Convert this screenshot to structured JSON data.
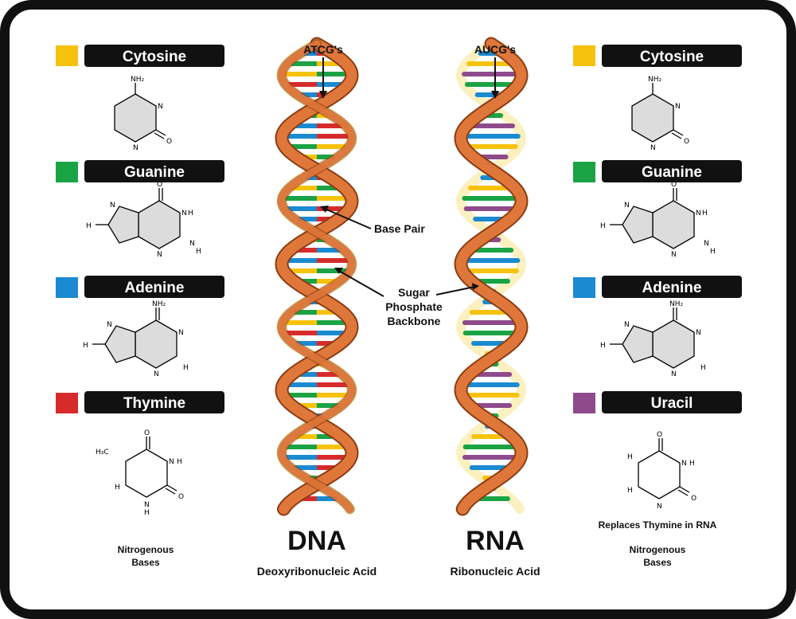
{
  "colors": {
    "cytosine": "#f7c20e",
    "guanine": "#1aa345",
    "adenine": "#1a8ad1",
    "thymine": "#d72b2b",
    "uracil": "#8e4b8b",
    "backbone": "#e0773a",
    "inner_strand": "#fbf0bf",
    "frame": "#111111"
  },
  "left_bases": [
    {
      "name": "Cytosine",
      "color_key": "cytosine"
    },
    {
      "name": "Guanine",
      "color_key": "guanine"
    },
    {
      "name": "Adenine",
      "color_key": "adenine"
    },
    {
      "name": "Thymine",
      "color_key": "thymine"
    }
  ],
  "right_bases": [
    {
      "name": "Cytosine",
      "color_key": "cytosine"
    },
    {
      "name": "Guanine",
      "color_key": "guanine"
    },
    {
      "name": "Adenine",
      "color_key": "adenine"
    },
    {
      "name": "Uracil",
      "color_key": "uracil"
    }
  ],
  "atoms": {
    "nh2": "NH₂",
    "n": "N",
    "o": "O",
    "c": "C",
    "h": "H",
    "h3c": "H₃C"
  },
  "annotations": {
    "atcg": "ATCG's",
    "aucg": "AUCG's",
    "base_pair": "Base Pair",
    "backbone_line1": "Sugar",
    "backbone_line2": "Phosphate",
    "backbone_line3": "Backbone"
  },
  "dna": {
    "title": "DNA",
    "subtitle": "Deoxyribonucleic Acid"
  },
  "rna": {
    "title": "RNA",
    "subtitle": "Ribonucleic Acid"
  },
  "left_caption": {
    "line1": "Nitrogenous",
    "line2": "Bases"
  },
  "right_caption": {
    "line1": "Nitrogenous",
    "line2": "Bases",
    "note": "Replaces Thymine in RNA"
  }
}
